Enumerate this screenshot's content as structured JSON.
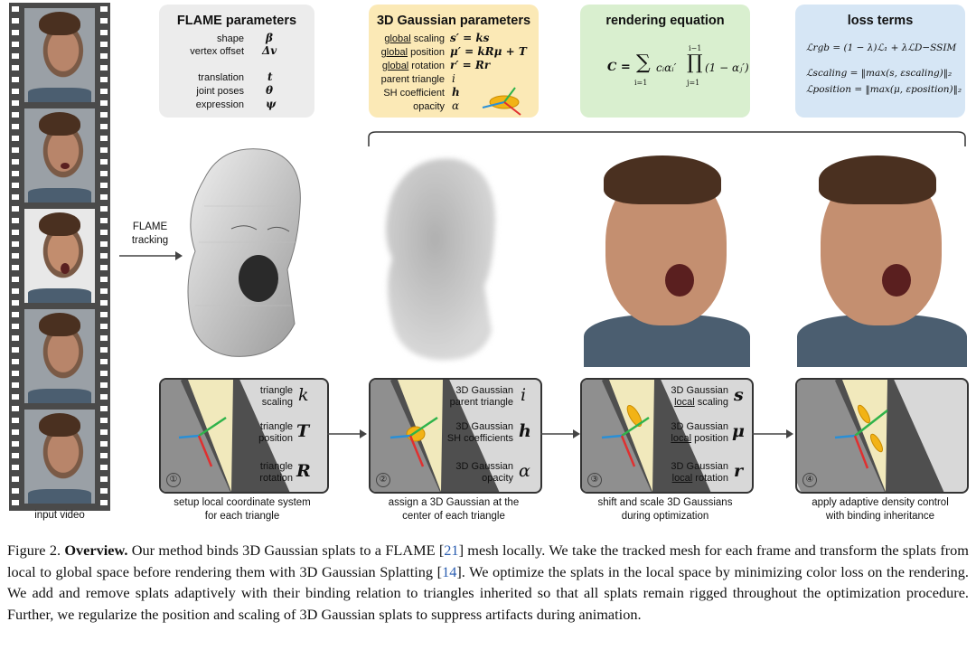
{
  "film": {
    "caption": "input video"
  },
  "flame_box": {
    "title": "FLAME parameters",
    "rows": [
      {
        "label": "shape",
        "sym": "β"
      },
      {
        "label": "vertex offset",
        "sym": "Δv"
      },
      {
        "label": "translation",
        "sym": "t"
      },
      {
        "label": "joint poses",
        "sym": "θ"
      },
      {
        "label": "expression",
        "sym": "ψ"
      }
    ],
    "color": "#ececec"
  },
  "gaussian_box": {
    "title": "3D Gaussian parameters",
    "rows": [
      {
        "label_u": "global",
        "label": " scaling",
        "eq": "s′ = ks"
      },
      {
        "label_u": "global",
        "label": " position",
        "eq": "μ′ = kRμ + T"
      },
      {
        "label_u": "global",
        "label": " rotation",
        "eq": "r′ = Rr"
      },
      {
        "label_u": "",
        "label": "parent triangle",
        "eq": "i"
      },
      {
        "label_u": "",
        "label": "SH coefficient",
        "eq": "h"
      },
      {
        "label_u": "",
        "label": "opacity",
        "eq": "α"
      }
    ],
    "color": "#fbe9b6"
  },
  "render_box": {
    "title": "rendering equation",
    "lhs": "C =",
    "sum_top": "",
    "sum_bot": "i=1",
    "term": "cᵢαᵢ′",
    "prod_top": "i−1",
    "prod_bot": "j=1",
    "paren": "(1 − αⱼ′)",
    "color": "#d9efcf"
  },
  "loss_box": {
    "title": "loss terms",
    "l1": "ℒrgb = (1 − λ)ℒ₁ + λℒD−SSIM",
    "l2": "ℒscaling = ‖max(s, εscaling)‖₂",
    "l3": "ℒposition = ‖max(μ, εposition)‖₂",
    "color": "#d6e6f5"
  },
  "arrow_label": {
    "line1": "FLAME",
    "line2": "tracking"
  },
  "panels": [
    {
      "num": "①",
      "rows": [
        {
          "label": "triangle\nscaling",
          "sym": "k",
          "bold": false
        },
        {
          "label": "triangle\nposition",
          "sym": "T",
          "bold": true
        },
        {
          "label": "triangle\nrotation",
          "sym": "R",
          "bold": true
        }
      ],
      "caption": "setup local coordinate system\nfor each triangle"
    },
    {
      "num": "②",
      "rows": [
        {
          "label": "3D Gaussian\nparent triangle",
          "sym": "i",
          "bold": false
        },
        {
          "label": "3D Gaussian\nSH coefficients",
          "sym": "h",
          "bold": true
        },
        {
          "label": "3D Gaussian\nopacity",
          "sym": "α",
          "bold": false
        }
      ],
      "caption": "assign a 3D Gaussian at the\ncenter of each triangle"
    },
    {
      "num": "③",
      "rows": [
        {
          "label": "3D Gaussian\nlocal scaling",
          "sym": "s",
          "bold": true
        },
        {
          "label": "3D Gaussian\nlocal position",
          "sym": "μ",
          "bold": true
        },
        {
          "label": "3D Gaussian\nlocal rotation",
          "sym": "r",
          "bold": true
        }
      ],
      "caption": "shift and scale 3D Gaussians\nduring optimization"
    },
    {
      "num": "④",
      "rows": [],
      "caption": "apply adaptive density control\nwith binding inheritance"
    }
  ],
  "caption": {
    "label": "Figure 2.",
    "bold": "Overview.",
    "t1": " Our method binds 3D Gaussian splats to a FLAME [",
    "r1": "21",
    "t2": "] mesh locally. We take the tracked mesh for each frame and transform the splats from local to global space before rendering them with 3D Gaussian Splatting [",
    "r2": "14",
    "t3": "]. We optimize the splats in the local space by minimizing color loss on the rendering. We add and remove splats adaptively with their binding relation to triangles inherited so that all splats remain rigged throughout the optimization procedure. Further, we regularize the position and scaling of 3D Gaussian splats to suppress artifacts during animation."
  }
}
